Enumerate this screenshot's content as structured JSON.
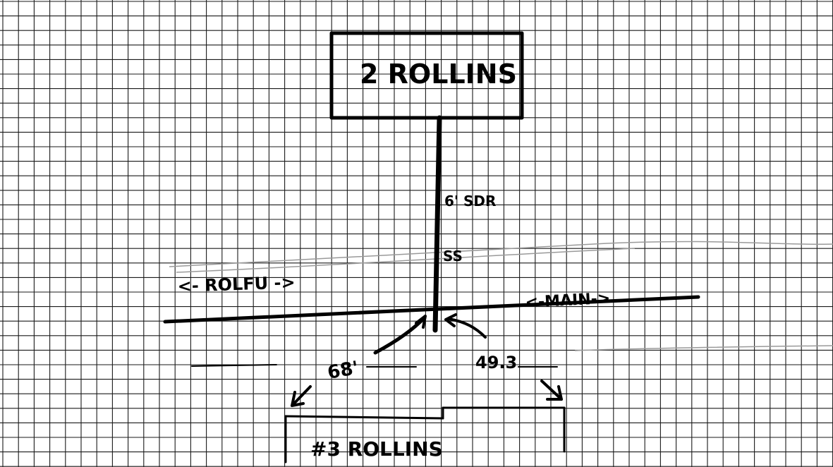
{
  "sketch": {
    "building_top": {
      "label": "2 ROLLINS"
    },
    "pipe": {
      "size_label": "6' SDR",
      "type_label": "SS"
    },
    "street_left": {
      "label": "<- ROLFU ->"
    },
    "street_right": {
      "label": "<-MAIN->"
    },
    "measurement_left": {
      "label": "68'"
    },
    "measurement_right": {
      "label": "49.3"
    },
    "building_bottom": {
      "label": "#3 ROLLINS"
    }
  },
  "colors": {
    "ink": "#000000",
    "grid": "#1a1a1a",
    "paper": "#ffffff",
    "faint_line": "#9a9a9a"
  }
}
